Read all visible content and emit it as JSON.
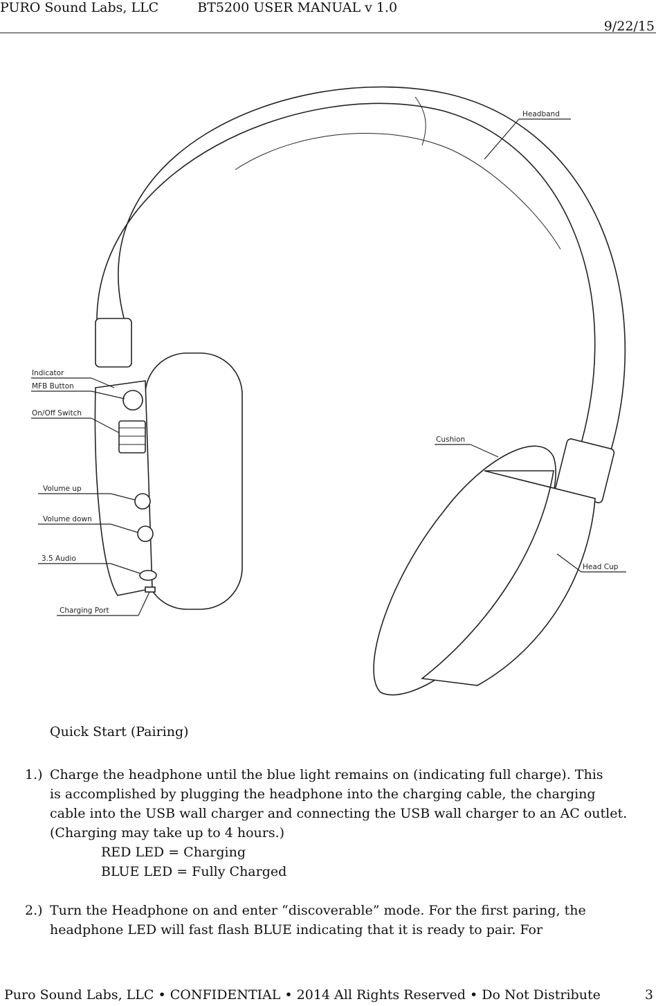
{
  "header": {
    "company": "PURO Sound Labs, LLC",
    "manual": "BT5200 USER MANUAL v 1.0",
    "date": "9/22/15"
  },
  "figure": {
    "callouts": {
      "headband": "Headband",
      "indicator": "Indicator",
      "mfb": "MFB Button",
      "onoff": "On/Off Switch",
      "volup": "Volume up",
      "voldown": "Volume down",
      "audio": "3.5 Audio",
      "charging": "Charging Port",
      "cushion": "Cushion",
      "headcup": "Head Cup"
    }
  },
  "content": {
    "section_title": "Quick Start (Pairing)",
    "steps": [
      {
        "number": "1.)",
        "lines": [
          "Charge the headphone until the blue light remains on (indicating full charge).  This",
          "is accomplished by plugging the headphone into the charging cable, the charging",
          "cable into the USB wall charger and connecting the USB wall charger to an AC outlet.",
          "(Charging may take up to 4 hours.)"
        ],
        "leds": [
          "RED LED = Charging",
          "BLUE LED = Fully Charged"
        ]
      },
      {
        "number": "2.)",
        "lines": [
          "Turn the Headphone on and enter “discoverable” mode.  For the first paring, the",
          "headphone LED will fast flash BLUE indicating that it is ready to pair.  For"
        ]
      }
    ]
  },
  "footer": {
    "text": "Puro Sound Labs, LLC • CONFIDENTIAL • 2014 All Rights Reserved • Do Not Distribute",
    "page": "3"
  }
}
